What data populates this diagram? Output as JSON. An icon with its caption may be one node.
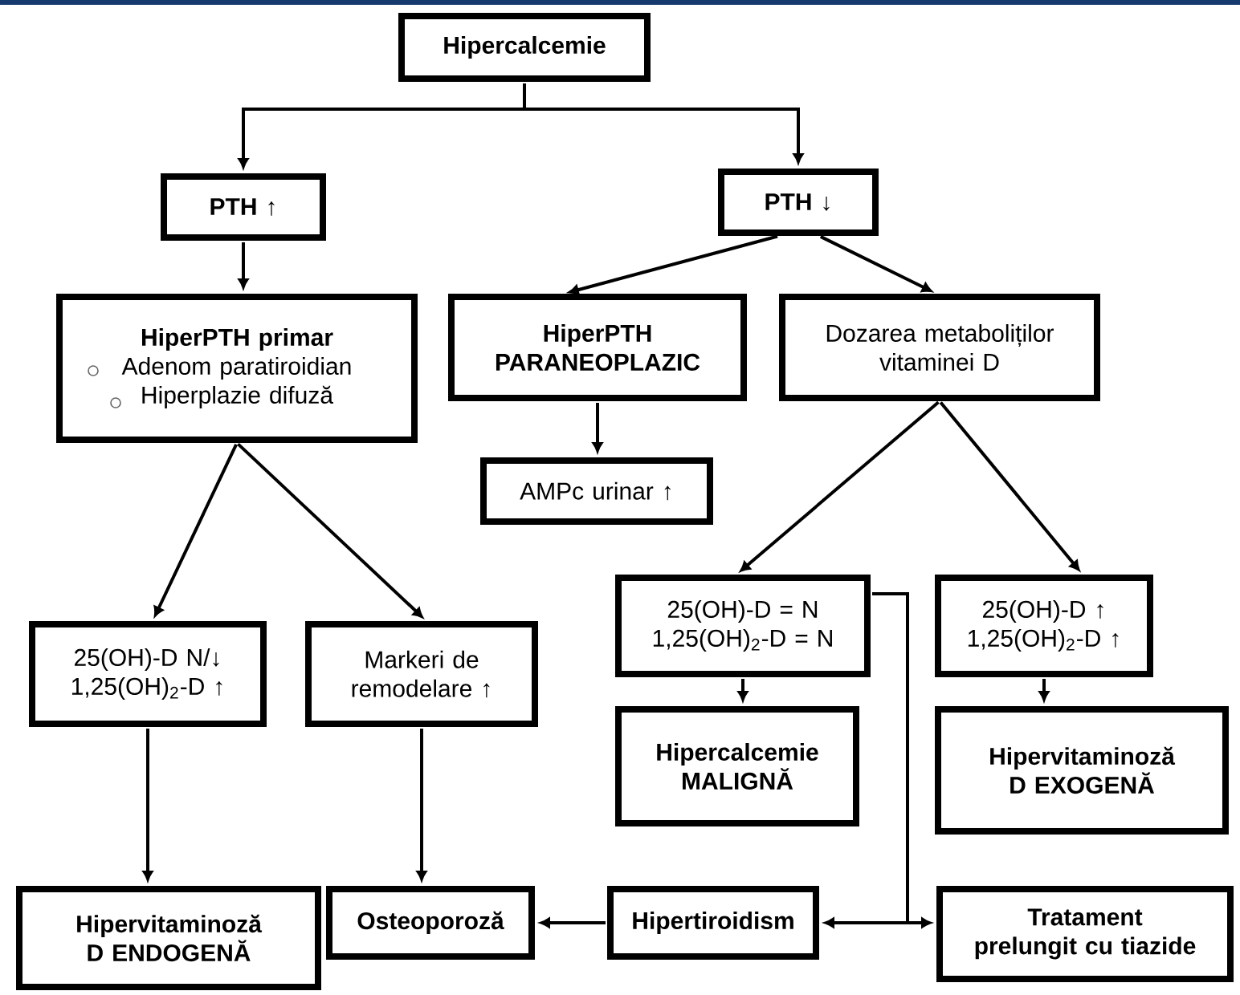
{
  "diagram": {
    "nodes": [
      {
        "text": [
          "Hipercalcemie"
        ]
      },
      {
        "text": [
          "PTH ↑"
        ]
      },
      {
        "text": [
          "PTH ↓"
        ]
      },
      {
        "text": [
          "HiperPTH primar",
          "Adenom paratiroidian",
          "Hiperplazie difuză"
        ]
      },
      {
        "text": [
          "HiperPTH PARANEOPLAZIC"
        ]
      },
      {
        "text": [
          "Dozarea metaboliților vitaminei D"
        ]
      },
      {
        "text": [
          "AMPc urinar ↑"
        ]
      },
      {
        "text": [
          "25(OH)-D N/↓ 1,25(OH)$_{2}$-D ↑"
        ]
      },
      {
        "text": [
          "Markeri de remodelare ↑"
        ]
      },
      {
        "text": [
          "25(OH)-D = N 1,25(OH)$_{2}$-D = N"
        ]
      },
      {
        "text": [
          "25(OH)-D ↑ 1,25(OH)$_{2}$-D ↑"
        ]
      },
      {
        "text": [
          "Hipercalcemie MALIGNĂ"
        ]
      },
      {
        "text": [
          "Hipervitaminoză D EXOGENĂ"
        ]
      },
      {
        "text": [
          "Hipervitaminoză D ENDOGENĂ"
        ]
      },
      {
        "text": [
          "Osteoporoză"
        ]
      },
      {
        "text": [
          "Hipertiroidism"
        ]
      },
      {
        "text": [
          "Tratament prelungit cu tiazide"
        ]
      }
    ],
    "edges": [
      {
        "from": 0,
        "to": 1,
        "arrow": "to"
      },
      {
        "from": 0,
        "to": 2,
        "arrow": "to"
      },
      {
        "from": 1,
        "to": 3,
        "arrow": "to"
      },
      {
        "from": 2,
        "to": 4,
        "arrow": "to"
      },
      {
        "from": 2,
        "to": 5,
        "arrow": "to"
      },
      {
        "from": 4,
        "to": 6,
        "arrow": "to"
      },
      {
        "from": 3,
        "to": 7,
        "arrow": "to"
      },
      {
        "from": 3,
        "to": 8,
        "arrow": "to"
      },
      {
        "from": 5,
        "to": 9,
        "arrow": "to"
      },
      {
        "from": 5,
        "to": 10,
        "arrow": "to"
      },
      {
        "from": 9,
        "to": 11,
        "arrow": "to"
      },
      {
        "from": 10,
        "to": 12,
        "arrow": "to"
      },
      {
        "from": 7,
        "to": 13,
        "arrow": "to"
      },
      {
        "from": 8,
        "to": 14,
        "arrow": "to"
      },
      {
        "from": 15,
        "to": 14,
        "arrow": "to"
      },
      {
        "from": 9,
        "to": 15,
        "arrow": "to"
      },
      {
        "from": 9,
        "to": 16,
        "arrow": "to"
      }
    ]
  }
}
